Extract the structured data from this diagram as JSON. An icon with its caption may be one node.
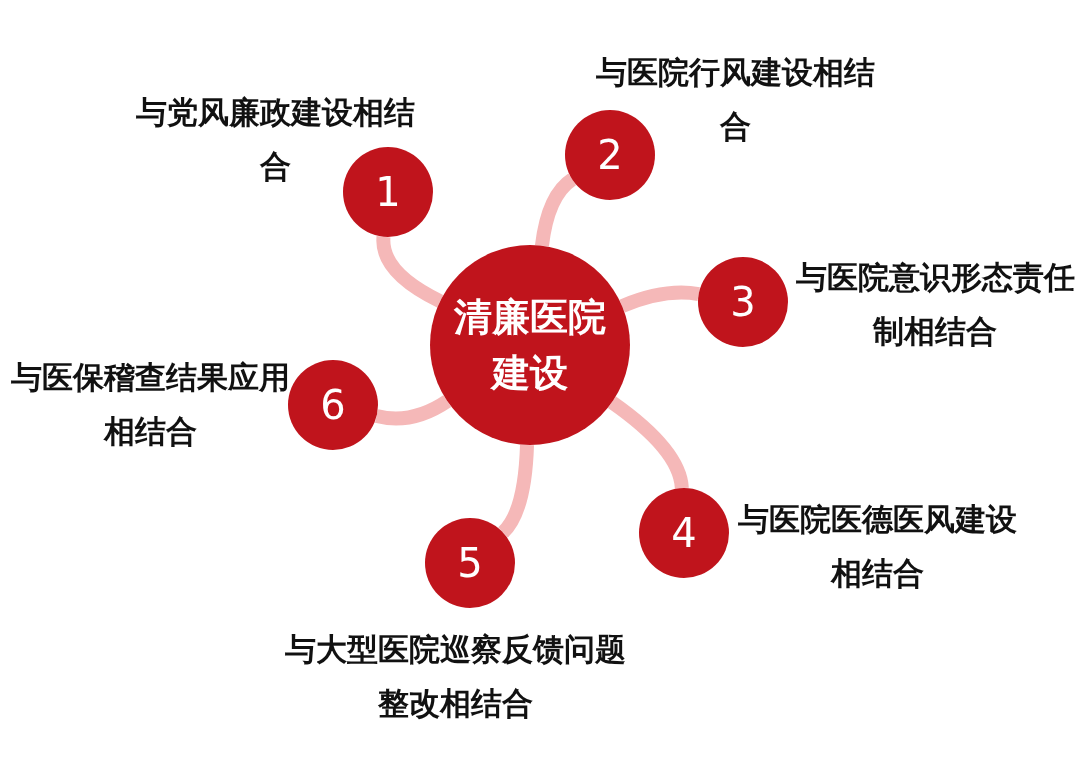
{
  "diagram": {
    "nodes": [
      {
        "text": [
          "清廉医院建设"
        ]
      },
      {
        "text": [
          "1"
        ],
        "beside": [
          "与党风廉政建设相结合"
        ]
      },
      {
        "text": [
          "2"
        ],
        "beside": [
          "与医院行风建设相结合"
        ]
      },
      {
        "text": [
          "3"
        ],
        "beside": [
          "与医院意识形态责任制相结合"
        ]
      },
      {
        "text": [
          "4"
        ],
        "beside": [
          "与医院医德医风建设相结合"
        ]
      },
      {
        "text": [
          "5"
        ],
        "beside": [
          "与大型医院巡察反馈问题整改相结合"
        ]
      },
      {
        "text": [
          "6"
        ],
        "beside": [
          "与医保稽查结果应用相结合"
        ]
      }
    ],
    "edges": [
      {
        "from": 0,
        "to": 1,
        "arrow": "none"
      },
      {
        "from": 0,
        "to": 2,
        "arrow": "none"
      },
      {
        "from": 0,
        "to": 3,
        "arrow": "none"
      },
      {
        "from": 0,
        "to": 4,
        "arrow": "none"
      },
      {
        "from": 0,
        "to": 5,
        "arrow": "none"
      },
      {
        "from": 0,
        "to": 6,
        "arrow": "none"
      }
    ]
  }
}
